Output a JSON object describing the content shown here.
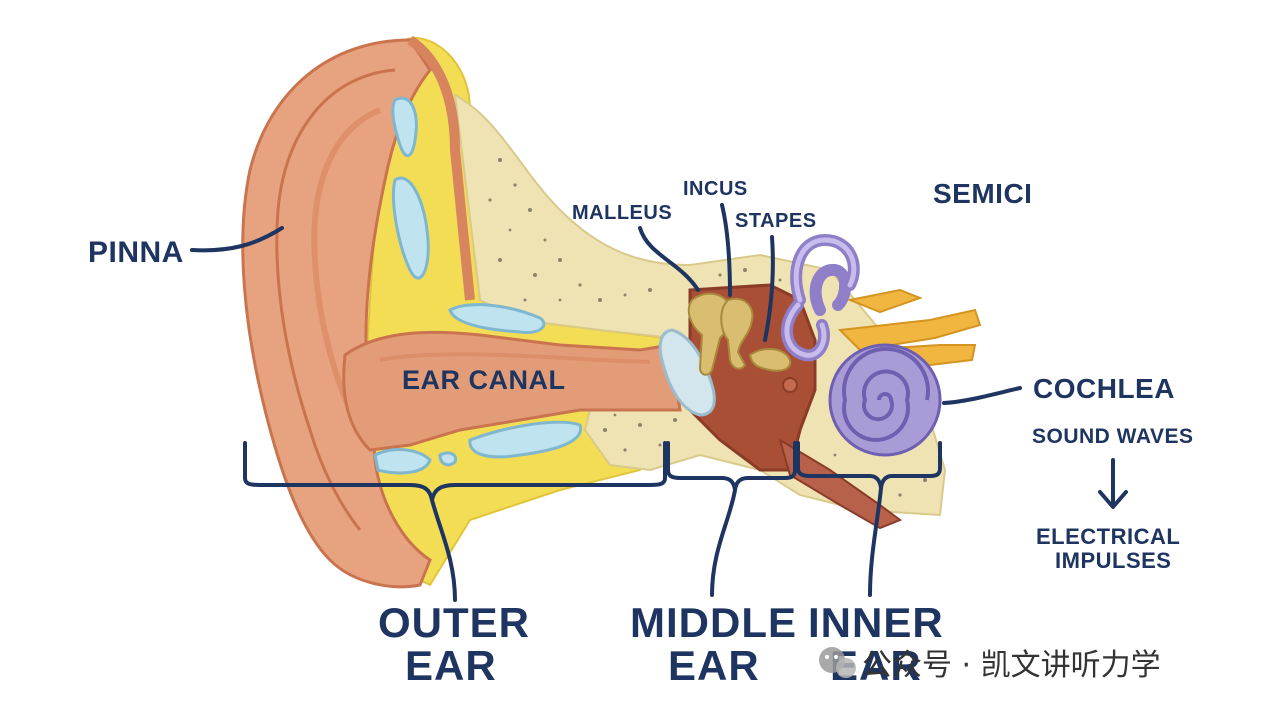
{
  "labels": {
    "pinna": "PINNA",
    "ear_canal": "EAR CANAL",
    "malleus": "MALLEUS",
    "incus": "INCUS",
    "stapes": "STAPES",
    "semicircular": "SEMICI",
    "cochlea": "COCHLEA",
    "sound_waves": "SOUND WAVES",
    "arrow": "↓",
    "electrical_line1": "ELECTRICAL",
    "electrical_line2": "IMPULSES"
  },
  "sections": {
    "outer_line1": "OUTER",
    "outer_line2": "EAR",
    "middle_line1": "MIDDLE",
    "middle_line2": "EAR",
    "inner_line1": "INNER",
    "inner_line2": "EAR"
  },
  "watermark": {
    "text": "公众号 · 凯文讲听力学",
    "icon": "wechat-icon"
  },
  "colors": {
    "label_ink": "#1f3561",
    "skin": "#e7a37f",
    "skin_dark": "#d8845e",
    "cartilage": "#f3dd55",
    "fluid_blue": "#bfe3ef",
    "bone": "#efe3b4",
    "cochlea": "#a99bd6",
    "middle_cavity": "#a94f36",
    "nerve": "#f0b640"
  }
}
